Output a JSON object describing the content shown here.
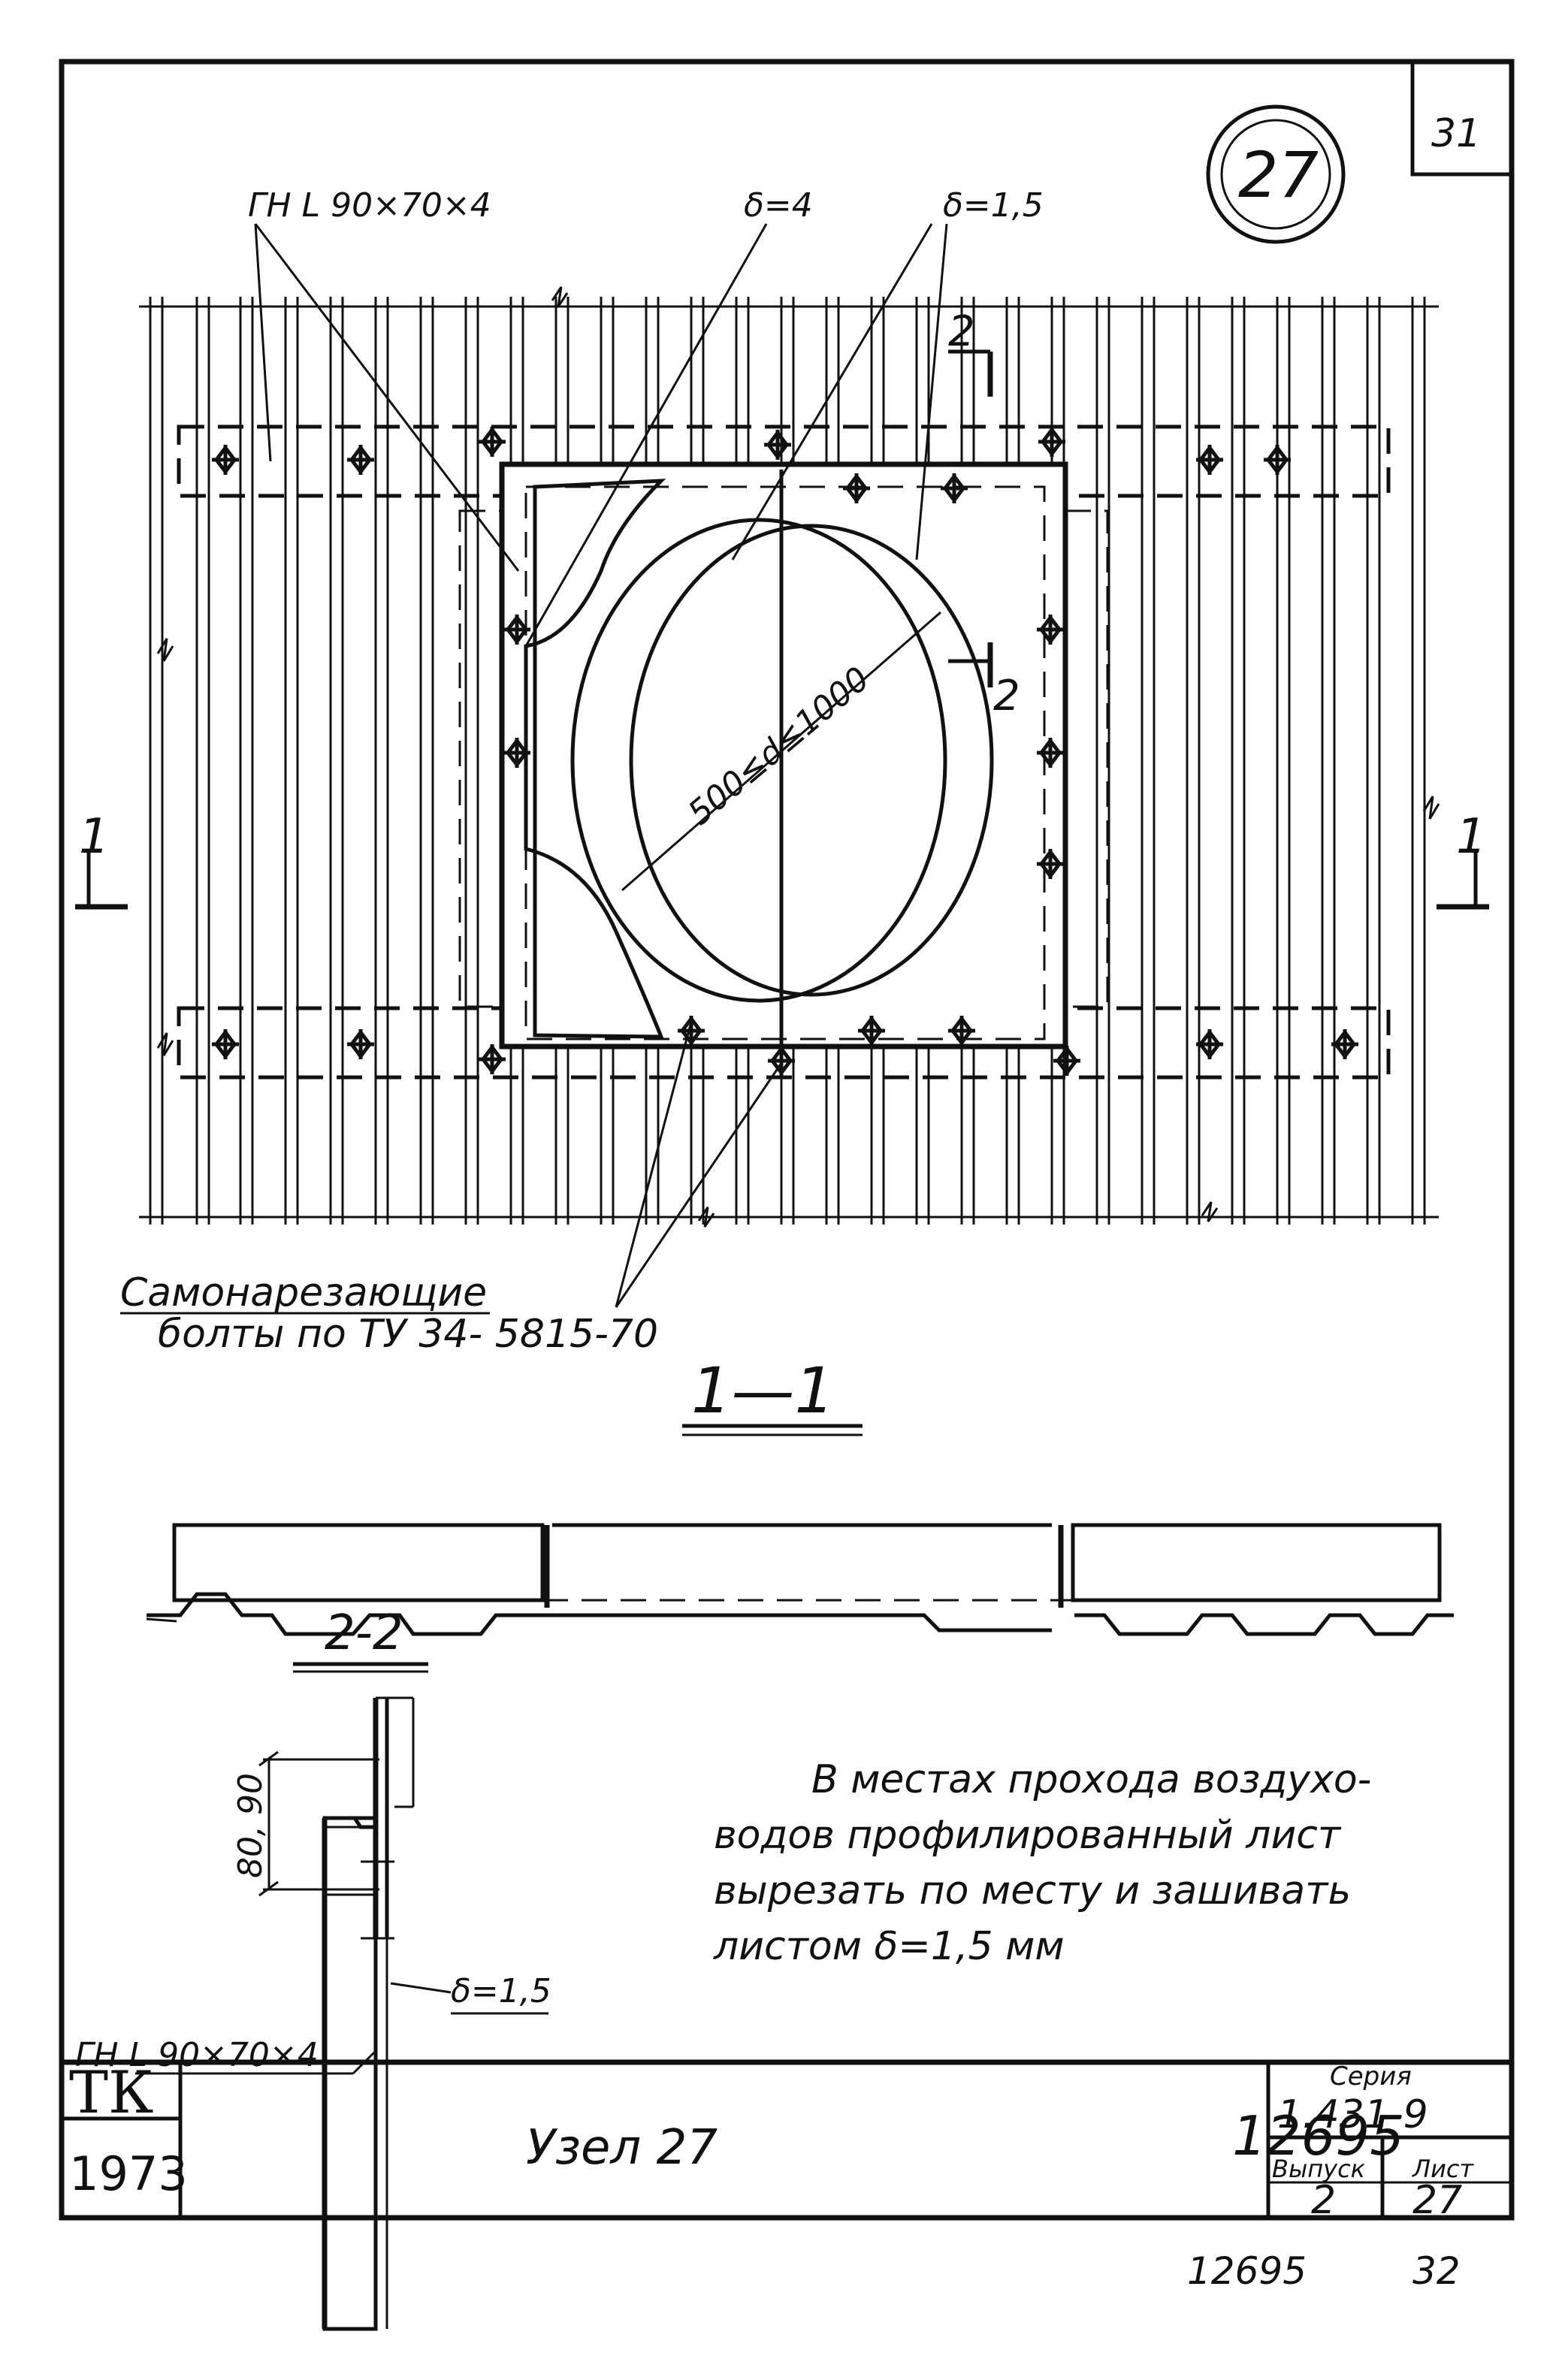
{
  "sheet": {
    "page_number": "31",
    "node_circle": "27",
    "bottom_page_number": "32",
    "bottom_archive_number": "12695"
  },
  "callouts": {
    "angle_top_left": "ГН L 90×70×4",
    "thickness_4": "δ=4",
    "thickness_15": "δ=1,5",
    "diameter": "500≤d≤1000",
    "section_1_left": "1",
    "section_1_right": "1",
    "section_2_top": "2",
    "section_2_bottom": "2"
  },
  "bolts_note": {
    "line1": "Самонарезающие",
    "line2": "болты по ТУ 34- 5815-70"
  },
  "section_1_title": "1—1",
  "section_2": {
    "title": "2-2",
    "dimension": "80, 90",
    "thickness": "δ=1,5",
    "angle": "ГН L 90×70×4"
  },
  "note": {
    "line1": "В местах прохода воздухо-",
    "line2": "водов профилированный лист",
    "line3": "вырезать по месту и зашивать",
    "line4": "листом δ=1,5 мм"
  },
  "archive_number": "12695",
  "title_block": {
    "org": "ТК",
    "year": "1973",
    "title": "Узел 27",
    "series_label": "Серия",
    "series_value": "1.431-9",
    "issue_label": "Выпуск",
    "issue_value": "2",
    "sheet_label": "Лист",
    "sheet_value": "27"
  }
}
